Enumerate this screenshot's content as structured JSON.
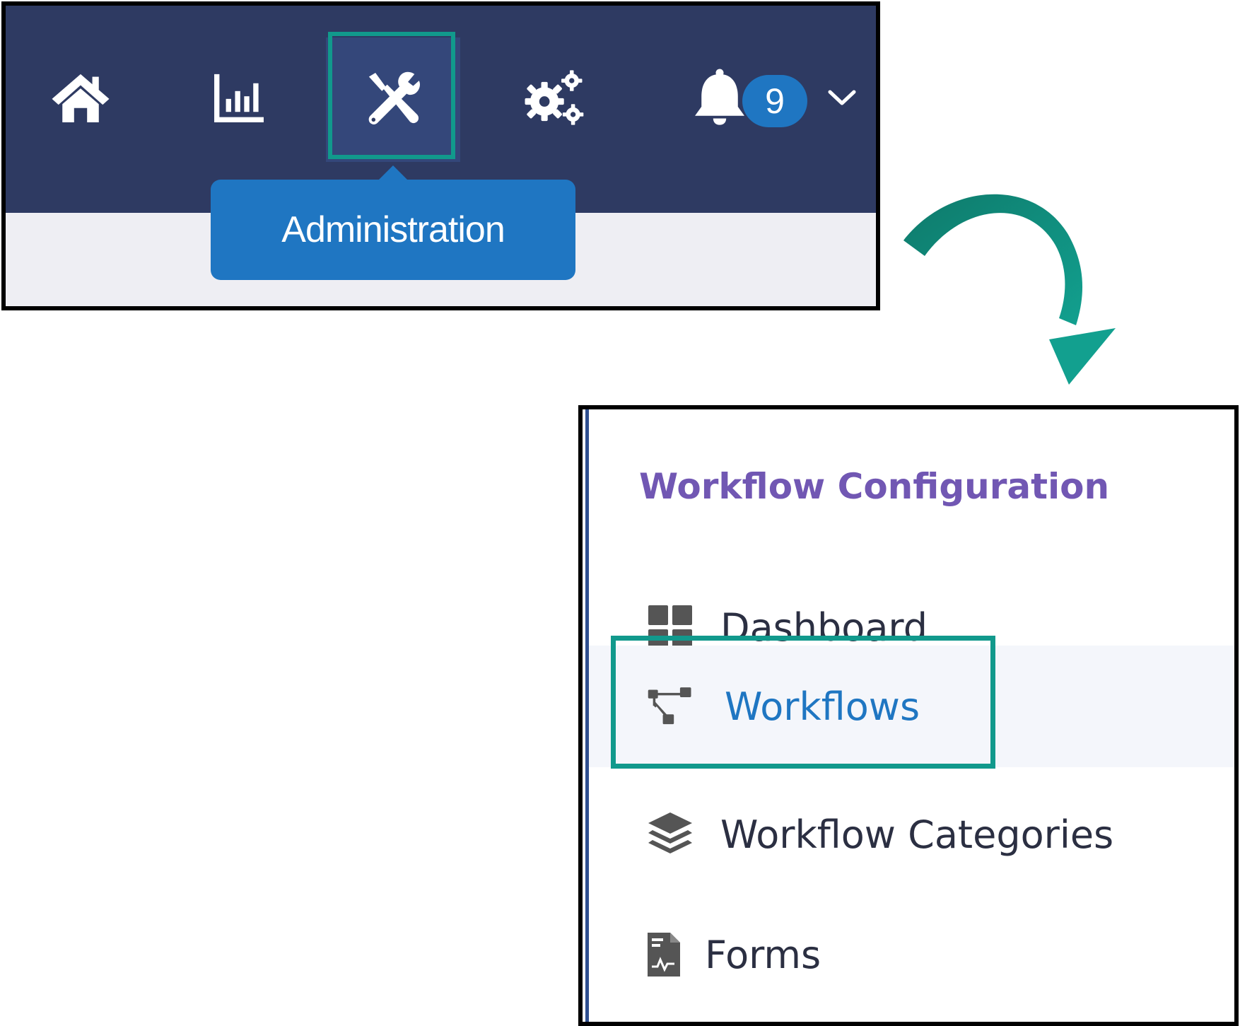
{
  "navbar": {
    "icons": [
      "home-icon",
      "chart-icon",
      "tools-icon",
      "gears-icon",
      "bell-icon",
      "chevron-down-icon"
    ],
    "notification_count": "9",
    "tooltip_label": "Administration"
  },
  "menu": {
    "section_title": "Workflow Configuration",
    "items": [
      {
        "label": "Dashboard",
        "icon": "dashboard-icon"
      },
      {
        "label": "Workflows",
        "icon": "workflow-icon",
        "active": true
      },
      {
        "label": "Workflow Categories",
        "icon": "layers-icon"
      },
      {
        "label": "Forms",
        "icon": "form-icon"
      }
    ]
  },
  "colors": {
    "navbar_bg": "#2e3a62",
    "highlight": "#11998c",
    "accent_blue": "#1f76c2",
    "section_title": "#7157b3"
  }
}
